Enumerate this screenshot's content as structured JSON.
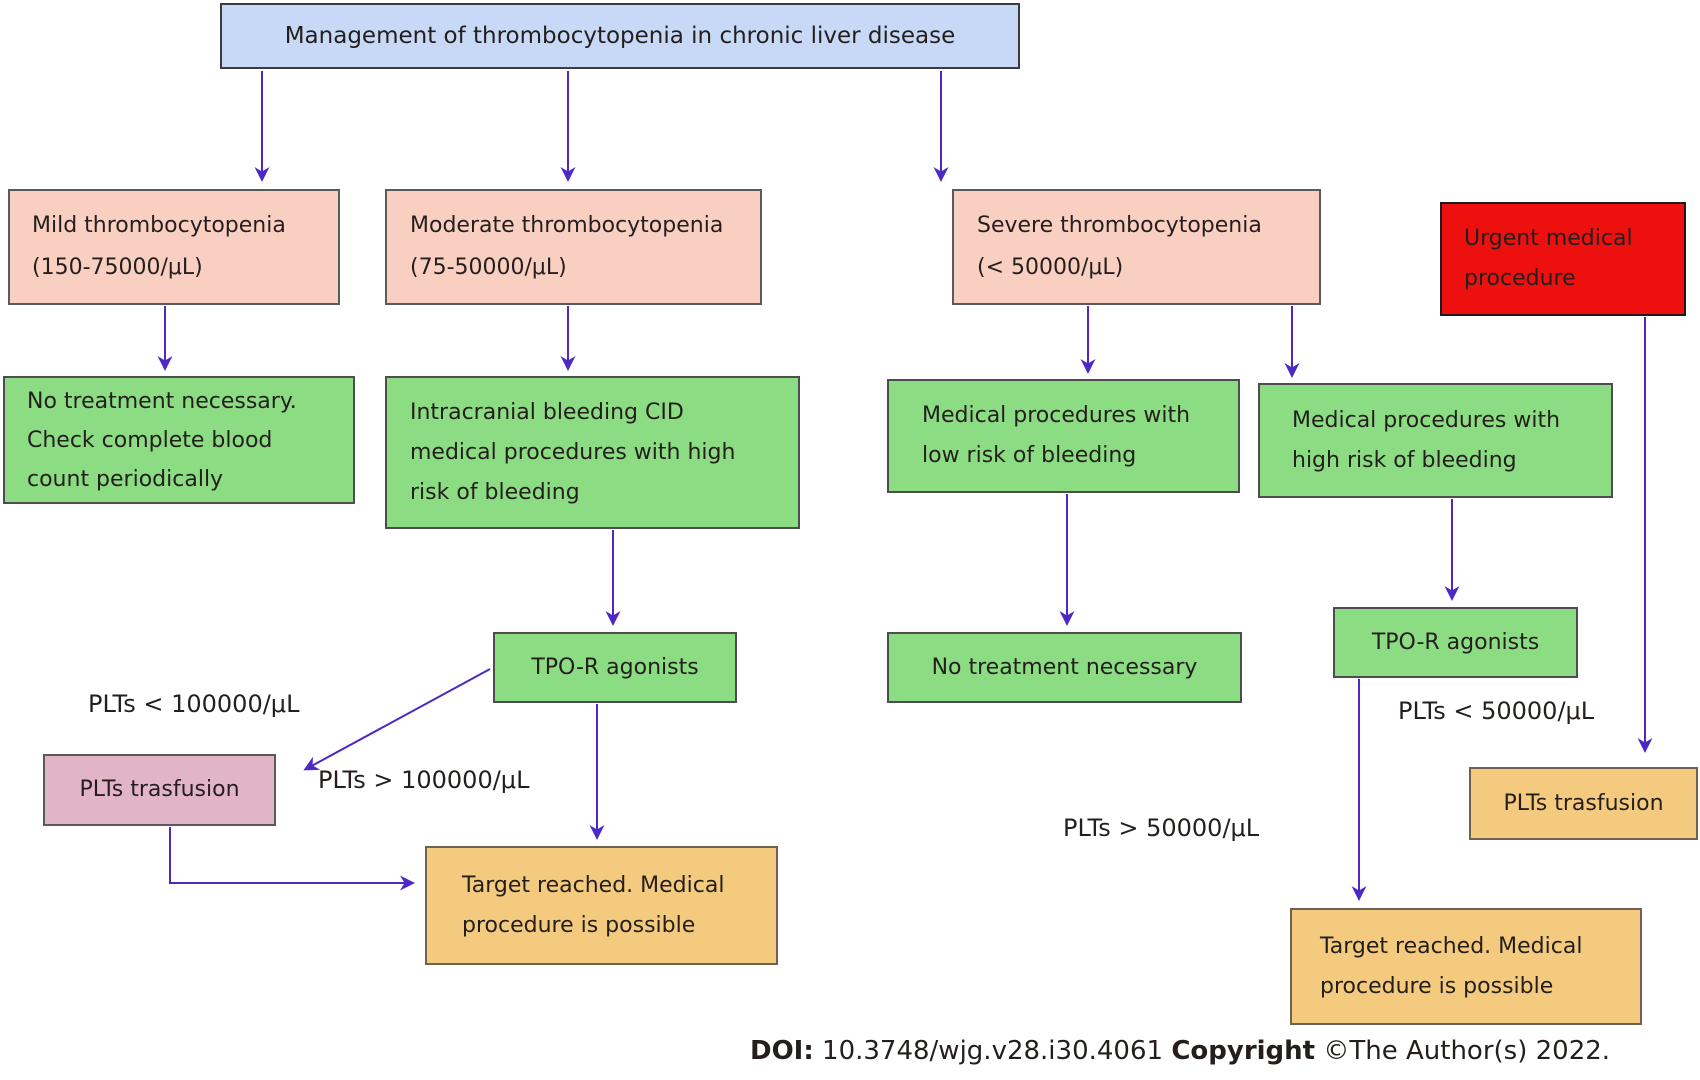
{
  "title": "Management of thrombocytopenia in chronic liver disease",
  "nodes": {
    "mild": {
      "lines": [
        "Mild thrombocytopenia",
        "(150-75000/μL)"
      ]
    },
    "moderate": {
      "lines": [
        "Moderate thrombocytopenia",
        "(75-50000/μL)"
      ]
    },
    "severe": {
      "lines": [
        "Severe thrombocytopenia",
        "(< 50000/μL)"
      ]
    },
    "urgent": {
      "lines": [
        "Urgent medical",
        "procedure"
      ]
    },
    "no_treatment_periodic": {
      "lines": [
        "No treatment necessary.",
        "Check complete blood",
        "count periodically"
      ]
    },
    "intracranial": {
      "lines": [
        "Intracranial bleeding CID",
        "medical procedures with high",
        "risk of bleeding"
      ]
    },
    "low_risk": {
      "lines": [
        "Medical procedures with",
        "low risk of bleeding"
      ]
    },
    "high_risk": {
      "lines": [
        "Medical procedures with",
        "high risk of bleeding"
      ]
    },
    "tpo_left": {
      "label": "TPO-R agonists"
    },
    "no_treatment": {
      "label": "No treatment necessary"
    },
    "tpo_right": {
      "label": "TPO-R agonists"
    },
    "plts_trasfusion_left": {
      "label": "PLTs trasfusion"
    },
    "target_left": {
      "lines": [
        "Target reached. Medical",
        "procedure is possible"
      ]
    },
    "plts_trasfusion_right": {
      "label": "PLTs trasfusion"
    },
    "target_right": {
      "lines": [
        "Target reached. Medical",
        "procedure is possible"
      ]
    }
  },
  "labels": {
    "plts_lt_100k": "PLTs < 100000/μL",
    "plts_gt_100k": "PLTs > 100000/μL",
    "plts_lt_50k": "PLTs < 50000/μL",
    "plts_gt_50k": "PLTs > 50000/μL"
  },
  "footer": {
    "doi_label": "DOI:",
    "doi_value": " 10.3748/wjg.v28.i30.4061  ",
    "copyright_label": "Copyright",
    "copyright_value": " ©The Author(s) 2022."
  },
  "colors": {
    "title_fill": "#c7d9f6",
    "category_fill": "#f9cfc2",
    "alert_fill": "#ee0f0f",
    "action_fill": "#8bdc83",
    "transfusion_fill": "#e2b4c8",
    "outcome_fill": "#f4ca7e",
    "arrow": "#4d28c4",
    "text": "#241f1d"
  }
}
